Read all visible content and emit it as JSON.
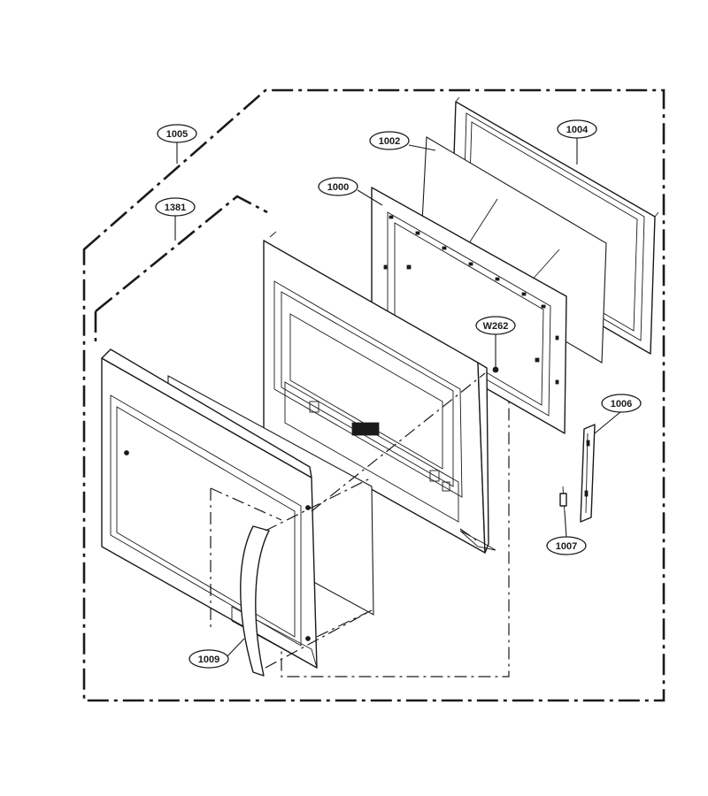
{
  "diagram": {
    "callouts": [
      {
        "id": "c1005",
        "label": "1005"
      },
      {
        "id": "c1381",
        "label": "1381"
      },
      {
        "id": "c1002",
        "label": "1002"
      },
      {
        "id": "c1000",
        "label": "1000"
      },
      {
        "id": "c1004",
        "label": "1004"
      },
      {
        "id": "cW262",
        "label": "W262"
      },
      {
        "id": "c1006",
        "label": "1006"
      },
      {
        "id": "c1007",
        "label": "1007"
      },
      {
        "id": "c1009",
        "label": "1009"
      }
    ]
  },
  "colors": {
    "line": "#1a1a1a",
    "background": "#ffffff"
  }
}
